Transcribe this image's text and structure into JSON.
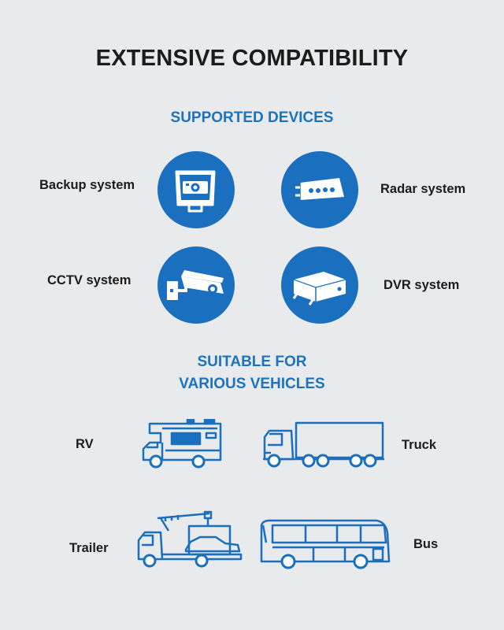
{
  "title": "EXTENSIVE COMPATIBILITY",
  "devices_heading": "SUPPORTED DEVICES",
  "devices": [
    {
      "label": "Backup system",
      "icon": "backup-camera-icon"
    },
    {
      "label": "Radar system",
      "icon": "radar-sensor-icon"
    },
    {
      "label": "CCTV system",
      "icon": "cctv-camera-icon"
    },
    {
      "label": "DVR system",
      "icon": "dvr-box-icon"
    }
  ],
  "vehicles_heading_line1": "SUITABLE FOR",
  "vehicles_heading_line2": "VARIOUS VEHICLES",
  "vehicles": [
    {
      "label": "RV",
      "icon": "rv-icon"
    },
    {
      "label": "Truck",
      "icon": "truck-icon"
    },
    {
      "label": "Trailer",
      "icon": "tow-truck-icon"
    },
    {
      "label": "Bus",
      "icon": "bus-icon"
    }
  ],
  "colors": {
    "accent": "#1a6fbf",
    "heading": "#1e73be",
    "text": "#1c1c1c",
    "background": "#e9eaec"
  }
}
